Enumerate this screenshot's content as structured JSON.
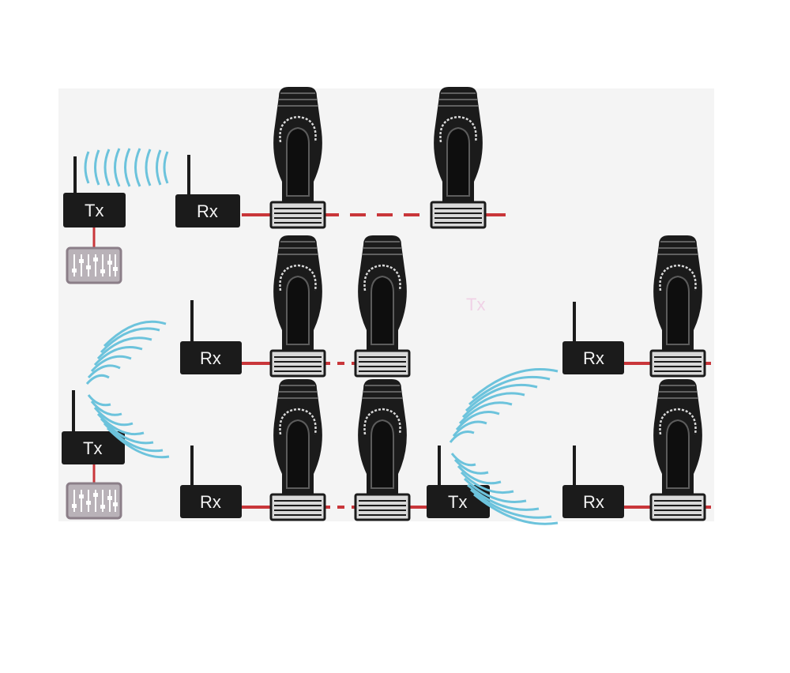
{
  "diagram": {
    "colors": {
      "background": "#ffffff",
      "panel": "#f4f4f4",
      "box": "#1b1b1b",
      "cable": "#c9363a",
      "wave": "#6cc3dc",
      "console_fill": "#b9b2b8",
      "console_border": "#8b7e88",
      "ghost_label": "#f0d2e6"
    },
    "labels": {
      "tx1": "Tx",
      "rx_row1": "Rx",
      "rx_row2": "Rx",
      "tx2": "Tx",
      "rx_row3": "Rx",
      "tx_relay": "Tx",
      "rx_relay_top": "Rx",
      "rx_relay_bottom": "Rx",
      "ghost": "Tx"
    },
    "icons": {
      "antenna": "antenna-icon",
      "dmx_console": "lighting-console-icon",
      "fixture": "moving-head-fixture-icon",
      "wireless_signal": "wireless-signal-icon"
    }
  }
}
